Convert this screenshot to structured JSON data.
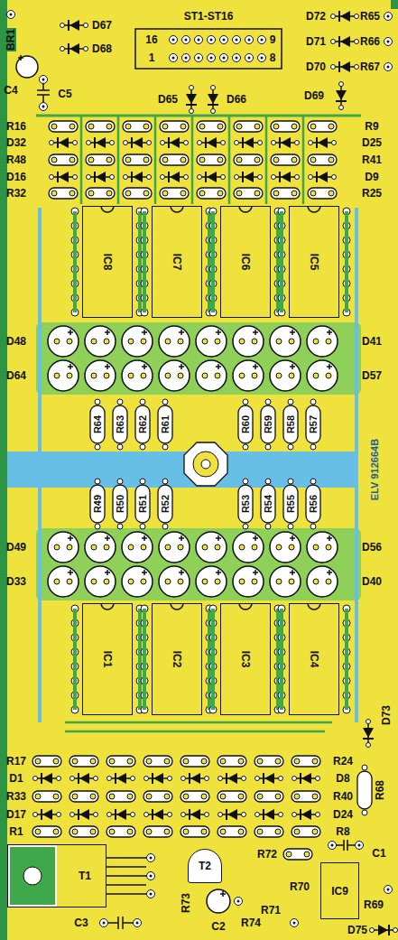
{
  "diagram": {
    "nodes": [
      {
        "text": [
          "IC8"
        ]
      },
      {
        "text": [
          "IC7"
        ]
      },
      {
        "text": [
          "IC6"
        ]
      },
      {
        "text": [
          "IC5"
        ]
      },
      {
        "text": [
          "IC1"
        ]
      },
      {
        "text": [
          "IC2"
        ]
      },
      {
        "text": [
          "IC3"
        ]
      },
      {
        "text": [
          "IC4"
        ]
      },
      {
        "text": [
          "T1"
        ]
      },
      {
        "text": [
          "T2"
        ]
      },
      {
        "text": [
          "IC9"
        ]
      }
    ],
    "labels": [
      "BR1",
      "D67",
      "ST1-ST16",
      "D72",
      "R65",
      "16",
      "9",
      "D71",
      "R66",
      "1",
      "8",
      "D68",
      "D70",
      "R67",
      "C4",
      "C5",
      "D65",
      "D66",
      "D69",
      "R16",
      "R9",
      "D32",
      "D25",
      "R48",
      "R41",
      "D16",
      "D9",
      "R32",
      "R25",
      "D48",
      "D41",
      "D64",
      "D57",
      "R64",
      "R63",
      "R62",
      "R61",
      "R60",
      "R59",
      "R58",
      "R57",
      "ELV 912664B",
      "R49",
      "R50",
      "R51",
      "R52",
      "R53",
      "R54",
      "R55",
      "R56",
      "D49",
      "D56",
      "D33",
      "D40",
      "D73",
      "R17",
      "R24",
      "D1",
      "D8",
      "R68",
      "R33",
      "R40",
      "D17",
      "D24",
      "R1",
      "R8",
      "R72",
      "C1",
      "R70",
      "R73",
      "R69",
      "R71",
      "C3",
      "C2",
      "R74",
      "D75"
    ]
  }
}
